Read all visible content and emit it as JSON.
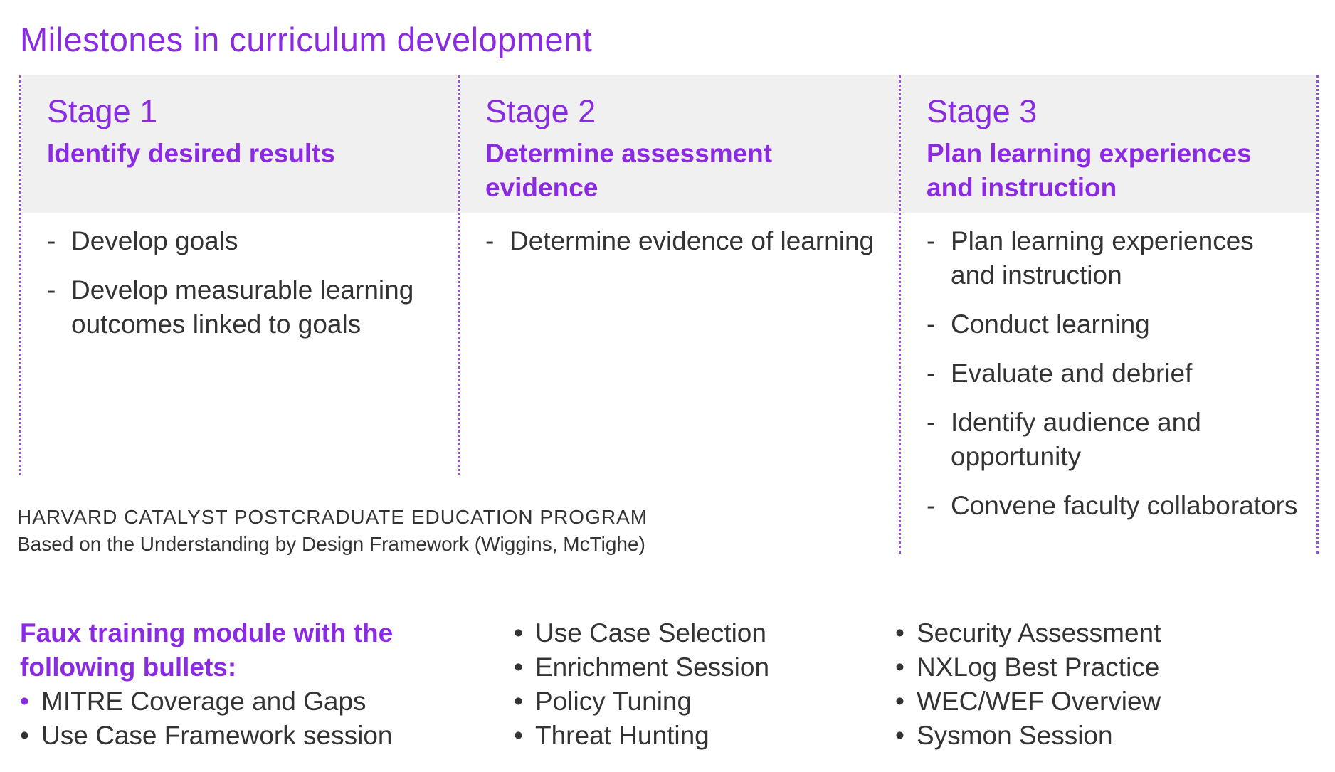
{
  "title": "Milestones in curriculum development",
  "stages": [
    {
      "label": "Stage 1",
      "title": "Identify desired results",
      "items": [
        "Develop goals",
        "Develop measurable learning outcomes linked to goals"
      ]
    },
    {
      "label": "Stage 2",
      "title": "Determine assessment evidence",
      "items": [
        "Determine evidence of learning"
      ]
    },
    {
      "label": "Stage 3",
      "title": "Plan learning experiences and instruction",
      "items": [
        "Plan learning experiences and instruction",
        "Conduct learning",
        "Evaluate and debrief",
        "Identify audience and opportunity",
        "Convene faculty collaborators"
      ]
    }
  ],
  "item_marker": "-",
  "source": {
    "organization": "HARVARD CATALYST POSTCRADUATE EDUCATION PROGRAM",
    "note": "Based on the Understanding by Design Framework (Wiggins, McTighe)"
  },
  "faux_module": {
    "heading": "Faux training module with the following bullets:",
    "bullet": "•",
    "columns": [
      [
        "MITRE Coverage and Gaps",
        "Use Case Framework session"
      ],
      [
        "Use Case Selection",
        "Enrichment Session",
        "Policy Tuning",
        "Threat Hunting"
      ],
      [
        "Security Assessment",
        "NXLog Best Practice",
        "WEC/WEF Overview",
        "Sysmon Session"
      ]
    ]
  },
  "colors": {
    "accent": "#8a2be2",
    "header_bg": "#f0f0f0",
    "text": "#333333",
    "divider": "#9b4de0"
  }
}
